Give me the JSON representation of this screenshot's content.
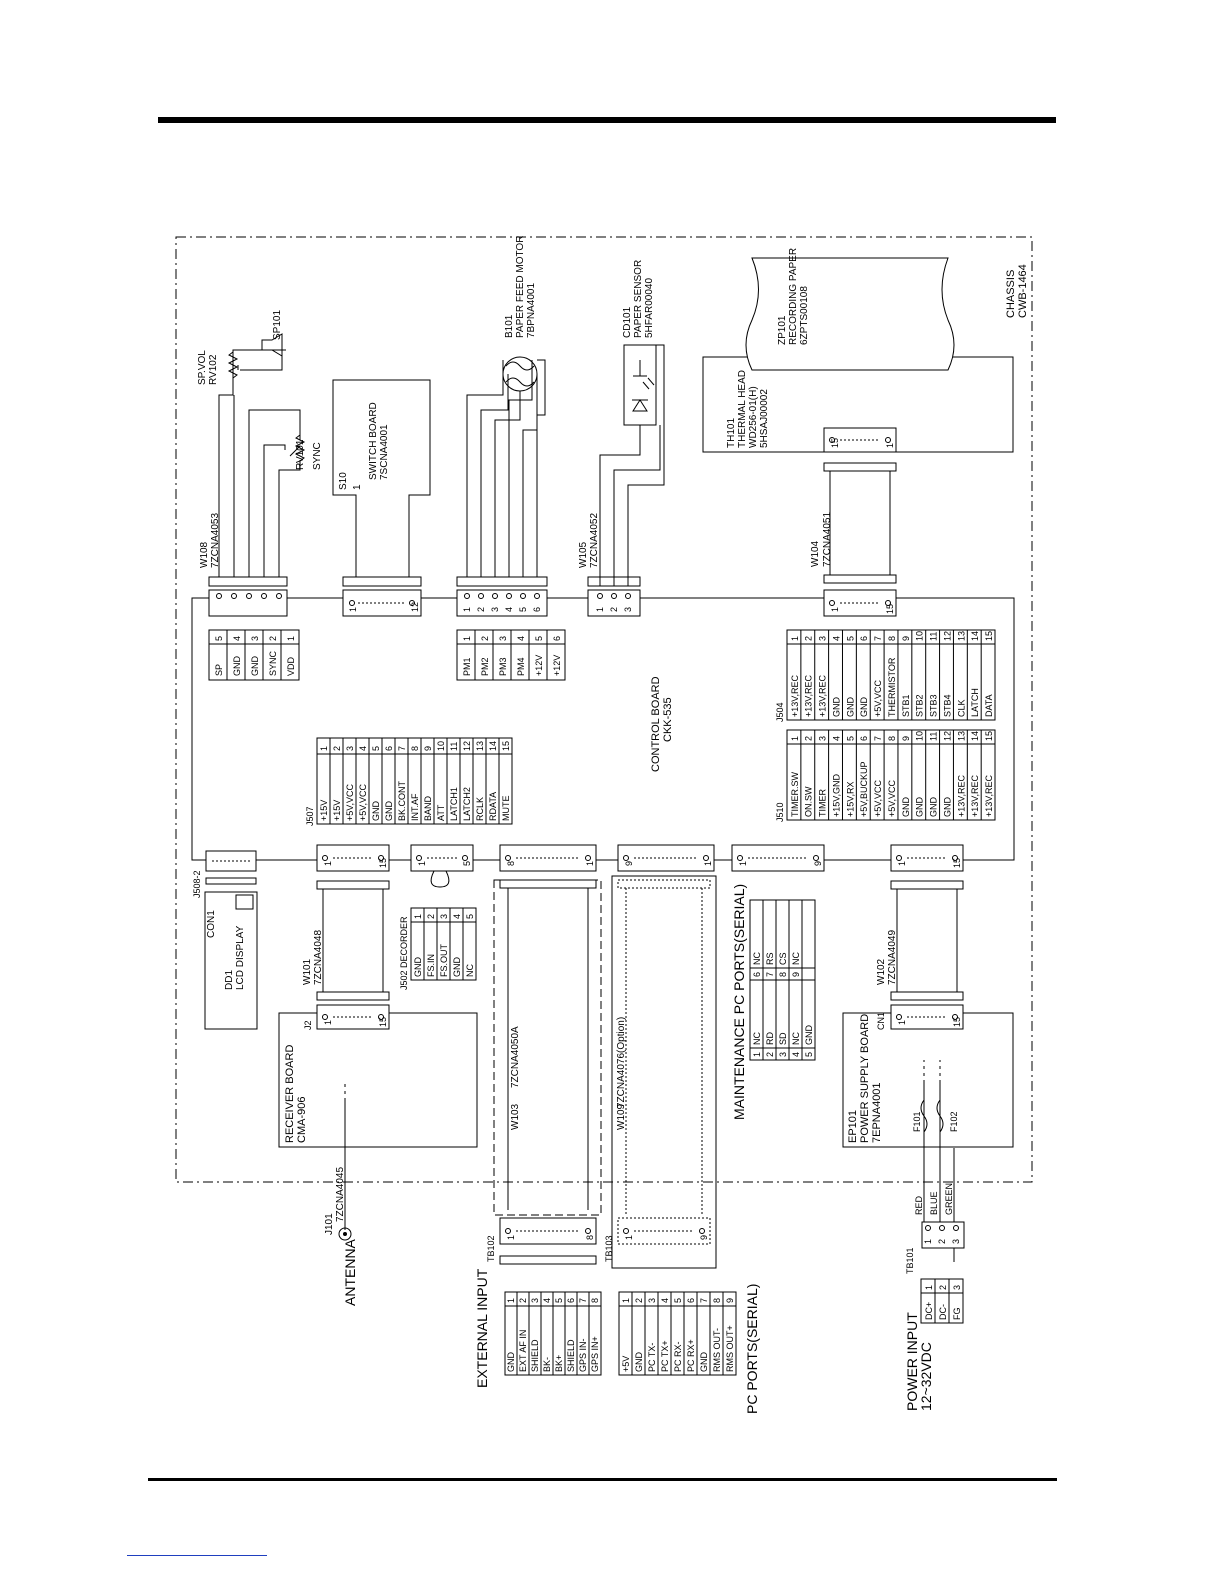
{
  "chassis": {
    "name": "CHASSIS",
    "code": "CWB-1464"
  },
  "control_board": {
    "name": "CONTROL BOARD",
    "code": "CKK-535"
  },
  "receiver_board": {
    "name": "RECEIVER BOARD",
    "code": "CMA-906",
    "connector": "J2"
  },
  "power_board": {
    "ref": "EP101",
    "name": "POWER SUPPLY BOARD",
    "code": "7EPNA4001",
    "connector": "CN1",
    "fuse1": "F101",
    "fuse2": "F102"
  },
  "switch_board": {
    "ref": "S10",
    "pin": "1",
    "name": "SWITCH BOARD",
    "code": "7SCNA4001"
  },
  "lcd": {
    "connector": "CON1",
    "ref": "DD1",
    "name": "LCD DISPLAY",
    "jack": "J508-2"
  },
  "motor": {
    "ref": "B101",
    "name": "PAPER FEED MOTOR",
    "code": "7BPNA4001"
  },
  "sensor": {
    "ref": "CD101",
    "name": "PAPER SENSOR",
    "code": "5HFAR00040"
  },
  "paper": {
    "ref": "ZP101",
    "name": "RECORDING PAPER",
    "code": "6ZPTS00108"
  },
  "head": {
    "ref": "TH101",
    "name": "THERMAL HEAD",
    "model": "WD256-01(H)",
    "code": "5HSAJ00002"
  },
  "speaker": {
    "ref": "SP101",
    "vol_label": "SP.VOL",
    "vol_ref": "RV102",
    "sync_ref": "RV101",
    "sync_label": "SYNC"
  },
  "antenna": {
    "ref": "J101",
    "cable": "7ZCNA4045",
    "label": "ANTENNA"
  },
  "cables": {
    "w108": {
      "ref": "W108",
      "code": "7ZCNA4053"
    },
    "w105": {
      "ref": "W105",
      "code": "7ZCNA4052"
    },
    "w104": {
      "ref": "W104",
      "code": "7ZCNA4051"
    },
    "w101": {
      "ref": "W101",
      "code": "7ZCNA4048"
    },
    "w102": {
      "ref": "W102",
      "code": "7ZCNA4049"
    },
    "w103": {
      "ref": "W103",
      "code": "7ZCNA4050A"
    },
    "w109": {
      "ref": "W109",
      "code": "7ZCNA4076(Option)"
    }
  },
  "terminals": {
    "tb102": "TB102",
    "tb103": "TB103",
    "tb101": "TB101"
  },
  "j508_pins": [
    [
      "5",
      "SP"
    ],
    [
      "4",
      "GND"
    ],
    [
      "3",
      "GND"
    ],
    [
      "2",
      "SYNC"
    ],
    [
      "1",
      "VDD"
    ]
  ],
  "motor_pins": [
    [
      "1",
      "PM1"
    ],
    [
      "2",
      "PM2"
    ],
    [
      "3",
      "PM3"
    ],
    [
      "4",
      "PM4"
    ],
    [
      "5",
      "+12V"
    ],
    [
      "6",
      "+12V"
    ]
  ],
  "j507": {
    "title": "J507",
    "pins": [
      [
        "1",
        "+15V"
      ],
      [
        "2",
        "+15V"
      ],
      [
        "3",
        "+5V,VCC"
      ],
      [
        "4",
        "+5V,VCC"
      ],
      [
        "5",
        "GND"
      ],
      [
        "6",
        "GND"
      ],
      [
        "7",
        "BK.CONT"
      ],
      [
        "8",
        "INT.AF"
      ],
      [
        "9",
        "BAND"
      ],
      [
        "10",
        "ATT"
      ],
      [
        "11",
        "LATCH1"
      ],
      [
        "12",
        "LATCH2"
      ],
      [
        "13",
        "RCLK"
      ],
      [
        "14",
        "RDATA"
      ],
      [
        "15",
        "MUTE"
      ]
    ]
  },
  "j510": {
    "title": "J510",
    "pins": [
      [
        "1",
        "TIMER.SW"
      ],
      [
        "2",
        "ON.SW"
      ],
      [
        "3",
        "TIMER"
      ],
      [
        "4",
        "+15V,GND"
      ],
      [
        "5",
        "+15V,RX"
      ],
      [
        "6",
        "+5V,BUCKUP"
      ],
      [
        "7",
        "+5V,VCC"
      ],
      [
        "8",
        "+5V,VCC"
      ],
      [
        "9",
        "GND"
      ],
      [
        "10",
        "GND"
      ],
      [
        "11",
        "GND"
      ],
      [
        "12",
        "GND"
      ],
      [
        "13",
        "+13V,REC"
      ],
      [
        "14",
        "+13V,REC"
      ],
      [
        "15",
        "+13V,REC"
      ]
    ]
  },
  "j504": {
    "title": "J504",
    "pins": [
      [
        "1",
        "+13V,REC"
      ],
      [
        "2",
        "+13V,REC"
      ],
      [
        "3",
        "+13V,REC"
      ],
      [
        "4",
        "GND"
      ],
      [
        "5",
        "GND"
      ],
      [
        "6",
        "GND"
      ],
      [
        "7",
        "+5V,VCC"
      ],
      [
        "8",
        "THERMISTOR"
      ],
      [
        "9",
        "STB1"
      ],
      [
        "10",
        "STB2"
      ],
      [
        "11",
        "STB3"
      ],
      [
        "12",
        "STB4"
      ],
      [
        "13",
        "CLK"
      ],
      [
        "14",
        "LATCH"
      ],
      [
        "15",
        "DATA"
      ]
    ]
  },
  "j502": {
    "title": "J502 DECORDER",
    "pins": [
      [
        "1",
        "GND"
      ],
      [
        "2",
        "FS.IN"
      ],
      [
        "3",
        "FS.OUT"
      ],
      [
        "4",
        "GND"
      ],
      [
        "5",
        "NC"
      ]
    ]
  },
  "maintenance": {
    "title": "MAINTENANCE PC PORTS(SERIAL)",
    "pins": [
      [
        "1",
        "NC",
        "6",
        "NC"
      ],
      [
        "2",
        "RD",
        "7",
        "RS"
      ],
      [
        "3",
        "SD",
        "8",
        "CS"
      ],
      [
        "4",
        "NC",
        "9",
        "NC"
      ],
      [
        "5",
        "GND",
        "",
        ""
      ]
    ]
  },
  "external_input": {
    "title": "EXTERNAL INPUT",
    "pins": [
      [
        "1",
        "GND"
      ],
      [
        "2",
        "EXT AF IN"
      ],
      [
        "3",
        "SHIELD"
      ],
      [
        "4",
        "BK-"
      ],
      [
        "5",
        "BK+"
      ],
      [
        "6",
        "SHIELD"
      ],
      [
        "7",
        "GPS IN-"
      ],
      [
        "8",
        "GPS IN+"
      ]
    ]
  },
  "pc_ports": {
    "title": "PC PORTS(SERIAL)",
    "pins": [
      [
        "1",
        "+5V"
      ],
      [
        "2",
        "GND"
      ],
      [
        "3",
        "PC TX-"
      ],
      [
        "4",
        "PC TX+"
      ],
      [
        "5",
        "PC RX-"
      ],
      [
        "6",
        "PC RX+"
      ],
      [
        "7",
        "GND"
      ],
      [
        "8",
        "RMS OUT-"
      ],
      [
        "9",
        "RMS OUT+"
      ]
    ]
  },
  "power_input": {
    "title": "POWER INPUT",
    "voltage": "12~32VDC",
    "pins": [
      [
        "1",
        "DC+"
      ],
      [
        "2",
        "DC-"
      ],
      [
        "3",
        "FG"
      ]
    ],
    "wires": [
      "RED",
      "BLUE",
      "GREEN"
    ]
  },
  "connector_pins": {
    "w108": [
      "1",
      "2",
      "3",
      "4",
      "5"
    ],
    "sw_left": "1",
    "sw_right": "12",
    "motor": [
      "1",
      "2",
      "3",
      "4",
      "5",
      "6"
    ],
    "sensor": [
      "1",
      "2",
      "3"
    ],
    "w104_a": "1",
    "w104_b": "15",
    "th_a": "15",
    "th_b": "1",
    "j507_a": "1",
    "j507_b": "15",
    "j502_a": "1",
    "j502_b": "5",
    "w103_a": "8",
    "w103_b": "1",
    "w109_a": "9",
    "w109_b": "1",
    "maint_a": "1",
    "maint_b": "9",
    "w102_a": "1",
    "w102_b": "15",
    "j2_a": "1",
    "j2_b": "15",
    "cn1_a": "1",
    "cn1_b": "15",
    "tb102_a": "1",
    "tb102_b": "8",
    "tb103_a": "1",
    "tb103_b": "9",
    "tb101": [
      "1",
      "2",
      "3"
    ]
  }
}
